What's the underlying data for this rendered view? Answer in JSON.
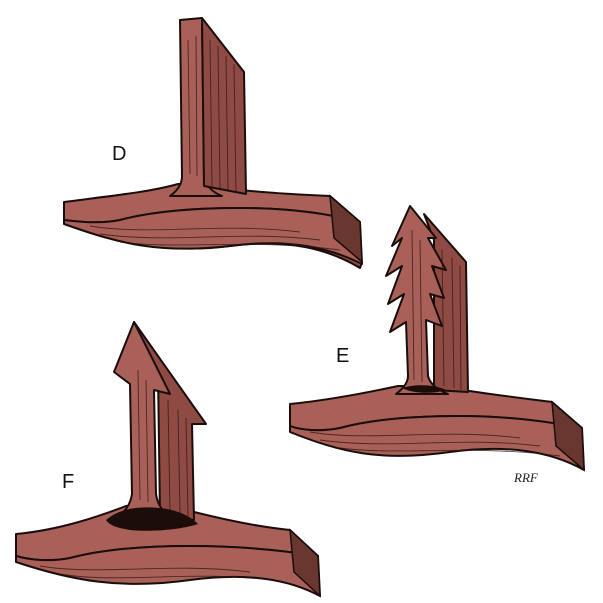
{
  "panels": [
    {
      "id": "D",
      "label": "D"
    },
    {
      "id": "E",
      "label": "E"
    },
    {
      "id": "F",
      "label": "F"
    }
  ],
  "artist_signature": "RRF",
  "colors": {
    "tissue": "#a86058",
    "tissue_shadow": "#8e4a43",
    "outline": "#1a0e0c",
    "lesion": "#1c0d0b"
  }
}
